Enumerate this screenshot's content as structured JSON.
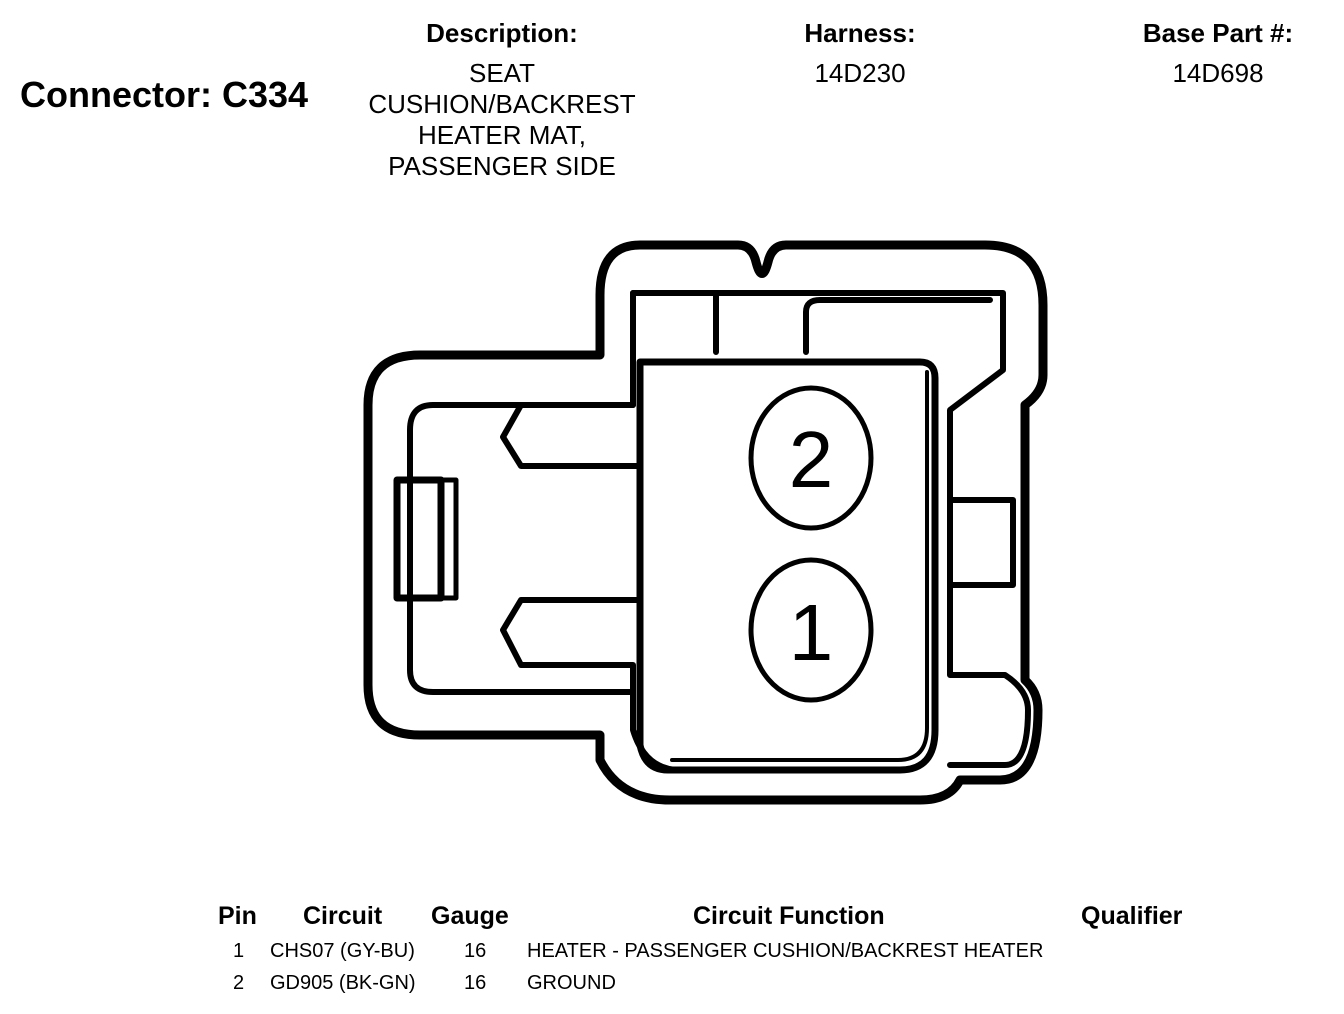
{
  "connector": {
    "title": "Connector: C334"
  },
  "header": {
    "description_label": "Description:",
    "description_lines": [
      "SEAT",
      "CUSHION/BACKREST",
      "HEATER MAT,",
      "PASSENGER SIDE"
    ],
    "harness_label": "Harness:",
    "harness_value": "14D230",
    "base_part_label": "Base Part #:",
    "base_part_value": "14D698"
  },
  "diagram": {
    "pins": [
      {
        "number": "2"
      },
      {
        "number": "1"
      }
    ]
  },
  "table": {
    "columns": [
      "Pin",
      "Circuit",
      "Gauge",
      "Circuit Function",
      "Qualifier"
    ],
    "rows": [
      {
        "pin": "1",
        "circuit": "CHS07 (GY-BU)",
        "gauge": "16",
        "function": "HEATER - PASSENGER CUSHION/BACKREST HEATER",
        "qualifier": ""
      },
      {
        "pin": "2",
        "circuit": "GD905 (BK-GN)",
        "gauge": "16",
        "function": "GROUND",
        "qualifier": ""
      }
    ]
  }
}
